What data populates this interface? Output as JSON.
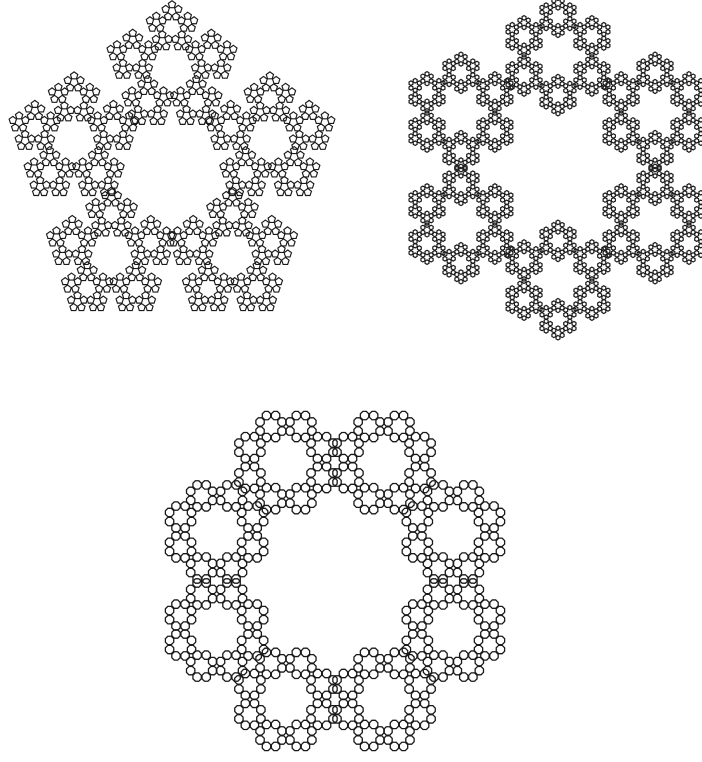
{
  "figures": [
    {
      "id": "pentaflake",
      "sides": 5,
      "levels": 4,
      "stroke": "#1a1a1a"
    },
    {
      "id": "hexaflake",
      "sides": 6,
      "levels": 4,
      "stroke": "#1a1a1a"
    },
    {
      "id": "octaflake",
      "sides": 8,
      "levels": 3,
      "stroke": "#1a1a1a"
    }
  ]
}
